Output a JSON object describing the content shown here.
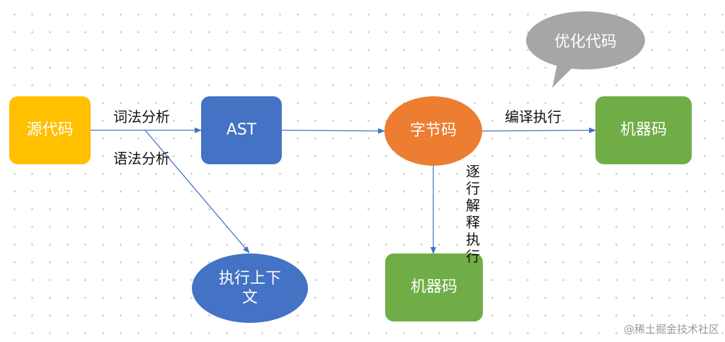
{
  "nodes": {
    "source_code": {
      "label": "源代码",
      "color": "#FFC000"
    },
    "ast": {
      "label": "AST",
      "color": "#4472C4"
    },
    "bytecode": {
      "label": "字节码",
      "color": "#ED7D31"
    },
    "machine_code_right": {
      "label": "机器码",
      "color": "#70AD47"
    },
    "exec_context": {
      "label": "执行上下文",
      "color": "#4472C4"
    },
    "machine_code_bottom": {
      "label": "机器码",
      "color": "#70AD47"
    }
  },
  "edge_labels": {
    "lexical_analysis": "词法分析",
    "syntax_analysis": "语法分析",
    "compile_execute": "编译执行",
    "interpret_execute": "逐行解释执行"
  },
  "callout": {
    "label": "优化代码",
    "color": "#A6A6A6"
  },
  "edge_color": "#4472C4",
  "watermark": "@稀土掘金技术社区"
}
